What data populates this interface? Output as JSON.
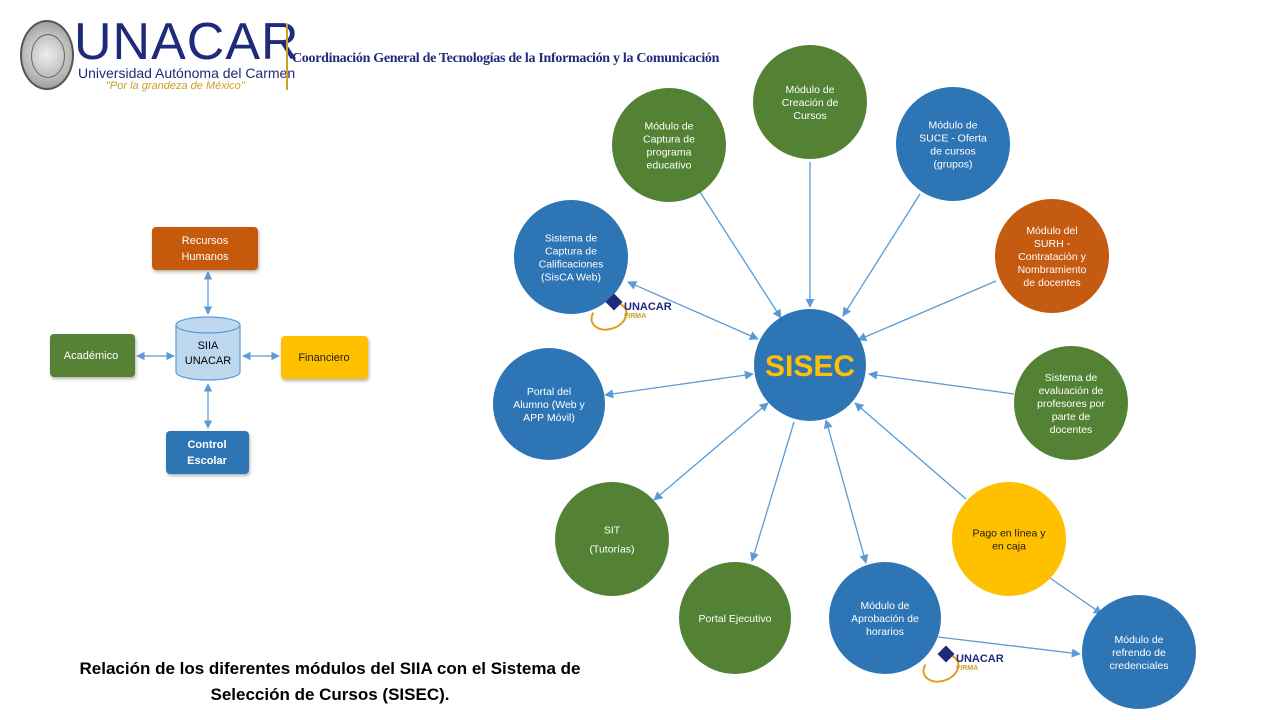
{
  "header": {
    "logo_title": "UNACAR",
    "logo_subtitle": "Universidad Autónoma del Carmen",
    "logo_motto": "\"Por la grandeza de México\"",
    "coordination": "Coordinación General de Tecnologías de la Información y la Comunicación"
  },
  "left_diagram": {
    "center": [
      "SIIA",
      "UNACAR"
    ],
    "top": [
      "Recursos",
      "Humanos"
    ],
    "left": [
      "Académico"
    ],
    "right": [
      "Financiero"
    ],
    "bottom": [
      "Control",
      "Escolar"
    ]
  },
  "hub": {
    "label": "SISEC"
  },
  "modules": [
    {
      "id": "captura-programa",
      "lines": [
        "Módulo de",
        "Captura de",
        "programa",
        "educativo"
      ],
      "color": "#548235"
    },
    {
      "id": "creacion-cursos",
      "lines": [
        "Módulo de",
        "Creación de",
        "Cursos"
      ],
      "color": "#548235"
    },
    {
      "id": "suce",
      "lines": [
        "Módulo de",
        "SUCE - Oferta",
        "de cursos",
        "(grupos)"
      ],
      "color": "#2e75b6"
    },
    {
      "id": "surh",
      "lines": [
        "Módulo del",
        "SURH -",
        "Contratación y",
        "Nombramiento",
        "de docentes"
      ],
      "color": "#c55a11"
    },
    {
      "id": "sisca",
      "lines": [
        "Sistema de",
        "Captura de",
        "Calificaciones",
        "(SisCA Web)"
      ],
      "color": "#2e75b6"
    },
    {
      "id": "evaluacion",
      "lines": [
        "Sistema de",
        "evaluación de",
        "profesores por",
        "parte de",
        "docentes"
      ],
      "color": "#548235"
    },
    {
      "id": "portal-alumno",
      "lines": [
        "Portal del",
        "Alumno (Web y",
        "APP Móvil)"
      ],
      "color": "#2e75b6"
    },
    {
      "id": "pago",
      "lines": [
        "Pago en línea y",
        "en caja"
      ],
      "color": "#ffc000",
      "text_color": "#1a1a1a"
    },
    {
      "id": "sit",
      "lines": [
        "SIT",
        "(Tutorías)"
      ],
      "color": "#548235"
    },
    {
      "id": "portal-ejecutivo",
      "lines": [
        "Portal Ejecutivo"
      ],
      "color": "#548235"
    },
    {
      "id": "aprobacion-horarios",
      "lines": [
        "Módulo de",
        "Aprobación de",
        "horarios"
      ],
      "color": "#2e75b6"
    },
    {
      "id": "refrendo",
      "lines": [
        "Módulo de",
        "refrendo de",
        "credenciales"
      ],
      "color": "#2e75b6"
    }
  ],
  "badges": {
    "title": "UNACAR",
    "subtitle": "FIRMA"
  },
  "caption": [
    "Relación de los diferentes módulos del SIIA con el Sistema de",
    "Selección de Cursos (SISEC)."
  ],
  "colors": {
    "green": "#548235",
    "blue": "#2e75b6",
    "orange": "#c55a11",
    "yellow": "#ffc000",
    "hub": "#2e75b6",
    "hub_text": "#ffc000",
    "arrow": "#5b9bd5",
    "cylinder": "#bdd7ee",
    "brand_navy": "#1f2a7a",
    "brand_gold": "#c9a227"
  }
}
